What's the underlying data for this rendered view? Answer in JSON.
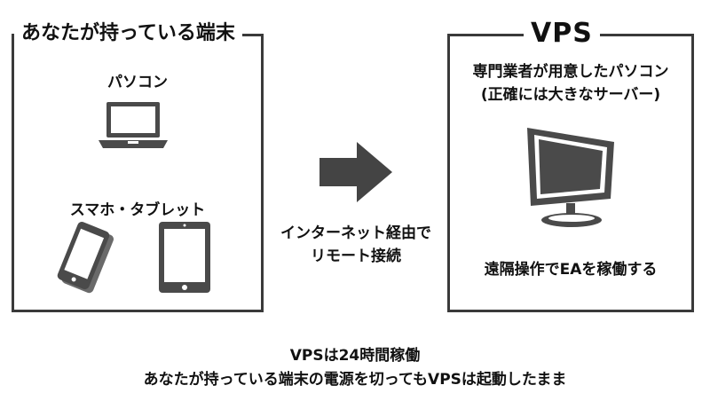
{
  "left_box": {
    "title": "あなたが持っている端末",
    "pc_label": "パソコン",
    "mobile_label": "スマホ・タブレット"
  },
  "right_box": {
    "title": "VPS",
    "desc_line1": "専門業者が用意したパソコン",
    "desc_line2": "(正確には大きなサーバー)",
    "operation": "遠隔操作でEAを稼働する"
  },
  "connection": {
    "line1": "インターネット経由で",
    "line2": "リモート接続"
  },
  "footer": {
    "line1": "VPSは24時間稼働",
    "line2": "あなたが持っている端末の電源を切ってもVPSは起動したまま"
  },
  "icons": {
    "laptop": "laptop-icon",
    "smartphone": "smartphone-icon",
    "tablet": "tablet-icon",
    "monitor": "monitor-icon",
    "arrow": "arrow-right-icon"
  },
  "colors": {
    "icon_dark": "#4a4a4a",
    "border": "#3a3a3a"
  }
}
